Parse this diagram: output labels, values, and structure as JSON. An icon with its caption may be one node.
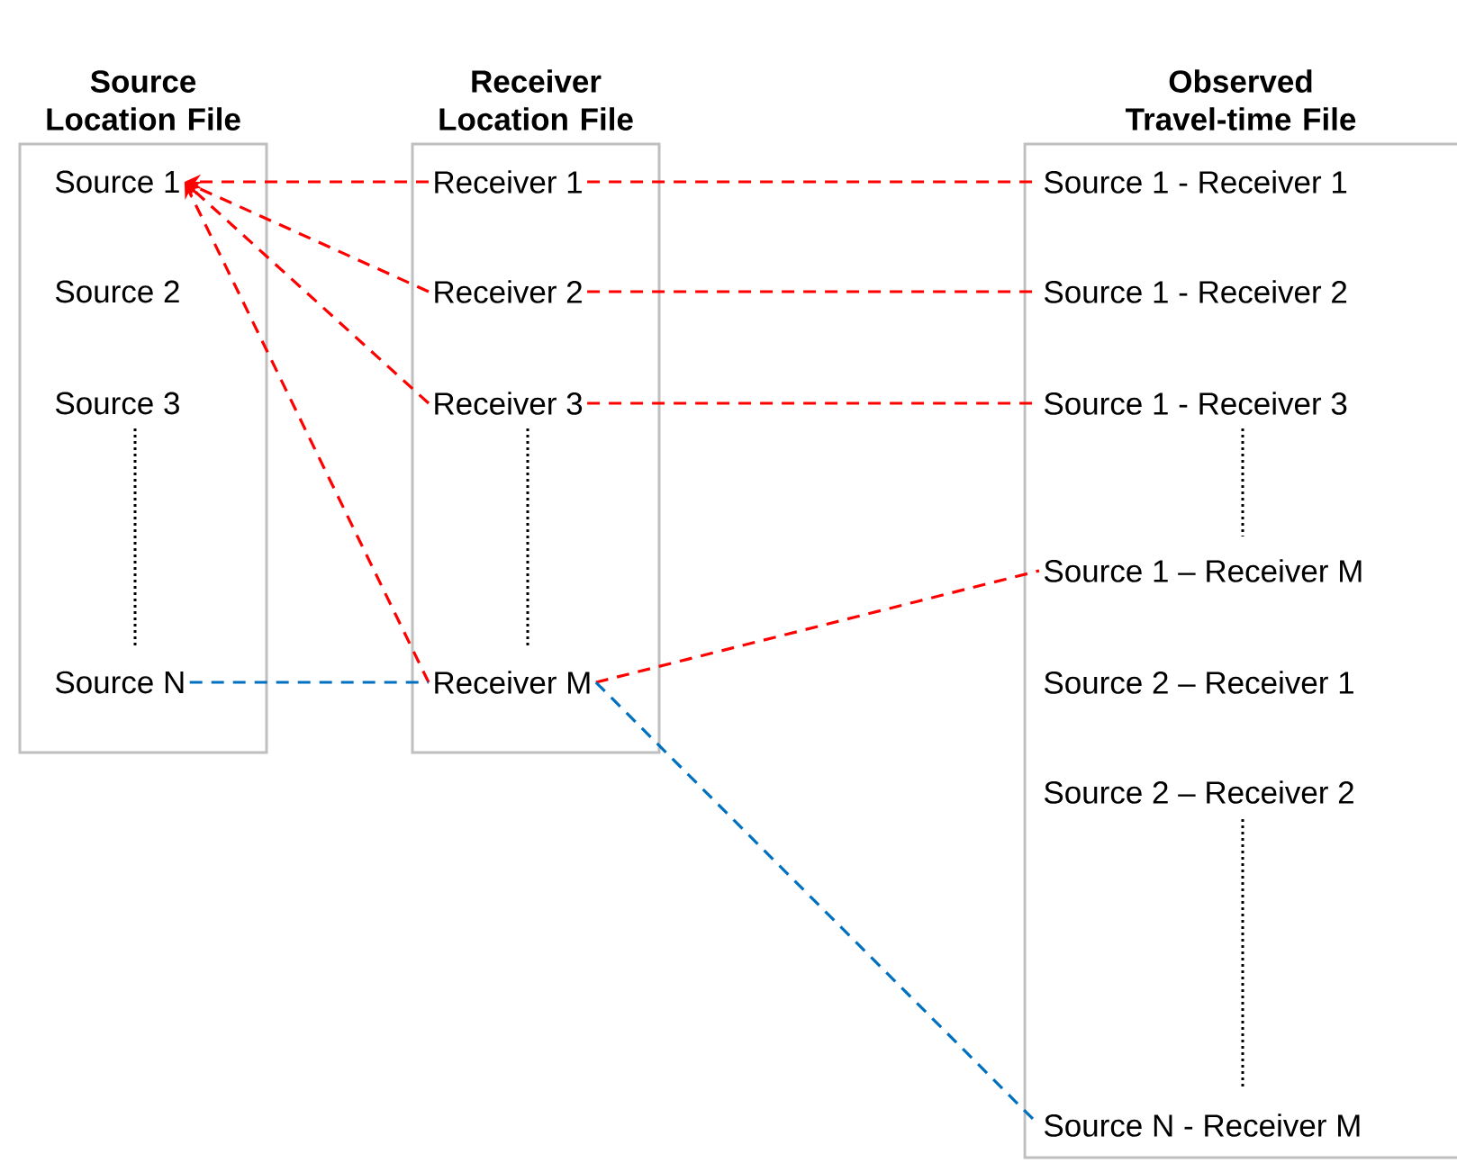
{
  "diagram": {
    "nodes": [
      {
        "text": [
          "Source Location File"
        ]
      },
      {
        "text": [
          "Source 1"
        ],
        "in": 0
      },
      {
        "text": [
          "Source 2"
        ],
        "in": 0
      },
      {
        "text": [
          "Source 3"
        ],
        "in": 0
      },
      {
        "text": [
          "Source N"
        ],
        "in": 0
      },
      {
        "text": [
          "Receiver Location File"
        ]
      },
      {
        "text": [
          "Receiver 1"
        ],
        "in": 5
      },
      {
        "text": [
          "Receiver 2"
        ],
        "in": 5
      },
      {
        "text": [
          "Receiver 3"
        ],
        "in": 5
      },
      {
        "text": [
          "Receiver M"
        ],
        "in": 5
      },
      {
        "text": [
          "Observed Travel-time File"
        ]
      },
      {
        "text": [
          "Source 1 - Receiver 1"
        ],
        "in": 10
      },
      {
        "text": [
          "Source 1 - Receiver 2"
        ],
        "in": 10
      },
      {
        "text": [
          "Source 1 - Receiver 3"
        ],
        "in": 10
      },
      {
        "text": [
          "Source 1 – Receiver M"
        ],
        "in": 10
      },
      {
        "text": [
          "Source 2 – Receiver 1"
        ],
        "in": 10
      },
      {
        "text": [
          "Source 2 – Receiver 2"
        ],
        "in": 10
      },
      {
        "text": [
          "Source N - Receiver M"
        ],
        "in": 10
      }
    ],
    "edges": [
      {
        "from": 6,
        "to": 1,
        "arrow": "to",
        "style": "dashed"
      },
      {
        "from": 7,
        "to": 1,
        "arrow": "to",
        "style": "dashed"
      },
      {
        "from": 8,
        "to": 1,
        "arrow": "to",
        "style": "dashed"
      },
      {
        "from": 9,
        "to": 1,
        "arrow": "to",
        "style": "dashed"
      },
      {
        "from": 4,
        "to": 9,
        "arrow": "none",
        "style": "dashed",
        "color": "#0070c0"
      },
      {
        "from": 6,
        "to": 11,
        "arrow": "none",
        "style": "dashed"
      },
      {
        "from": 7,
        "to": 12,
        "arrow": "none",
        "style": "dashed"
      },
      {
        "from": 8,
        "to": 13,
        "arrow": "none",
        "style": "dashed"
      },
      {
        "from": 9,
        "to": 14,
        "arrow": "none",
        "style": "dashed"
      },
      {
        "from": 9,
        "to": 17,
        "arrow": "none",
        "style": "dashed",
        "color": "#0070c0"
      }
    ]
  }
}
